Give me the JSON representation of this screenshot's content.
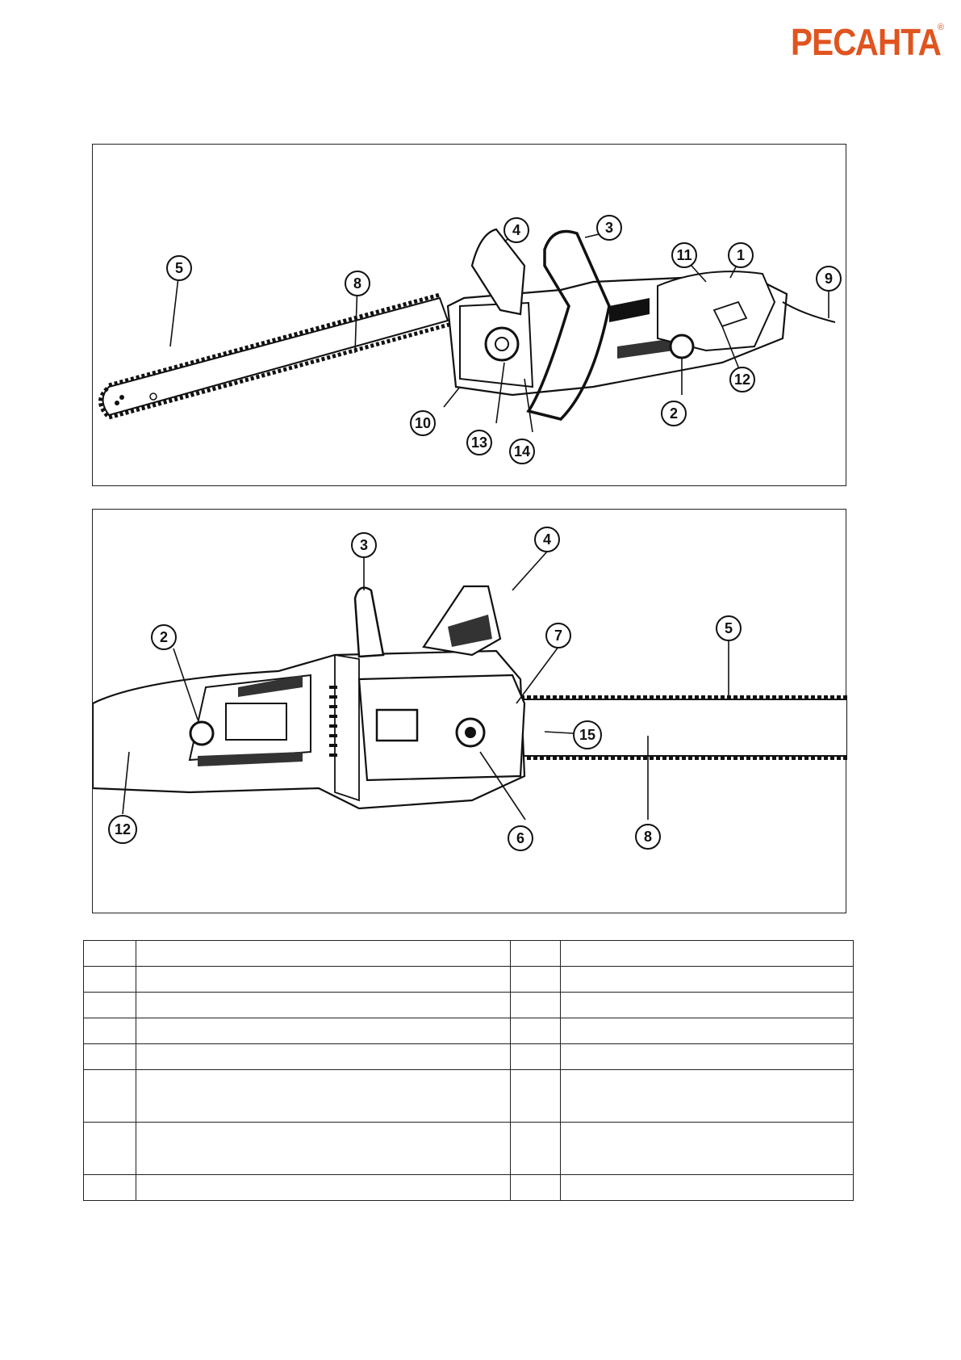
{
  "brand": {
    "name": "РЕСАНТА",
    "reg_mark": "®",
    "color": "#e0541f"
  },
  "figure_top": {
    "callouts": [
      "5",
      "8",
      "4",
      "3",
      "11",
      "1",
      "9",
      "12",
      "2",
      "10",
      "13",
      "14"
    ]
  },
  "figure_bottom": {
    "callouts": [
      "3",
      "4",
      "2",
      "7",
      "5",
      "15",
      "12",
      "6",
      "8"
    ]
  },
  "parts_table": {
    "rows": [
      {
        "n1": "",
        "d1": "",
        "n2": "",
        "d2": ""
      },
      {
        "n1": "",
        "d1": "",
        "n2": "",
        "d2": ""
      },
      {
        "n1": "",
        "d1": "",
        "n2": "",
        "d2": ""
      },
      {
        "n1": "",
        "d1": "",
        "n2": "",
        "d2": ""
      },
      {
        "n1": "",
        "d1": "",
        "n2": "",
        "d2": ""
      },
      {
        "n1": "",
        "d1": "",
        "n2": "",
        "d2": ""
      },
      {
        "n1": "",
        "d1": "",
        "n2": "",
        "d2": ""
      },
      {
        "n1": "",
        "d1": "",
        "n2": "",
        "d2": ""
      }
    ]
  }
}
